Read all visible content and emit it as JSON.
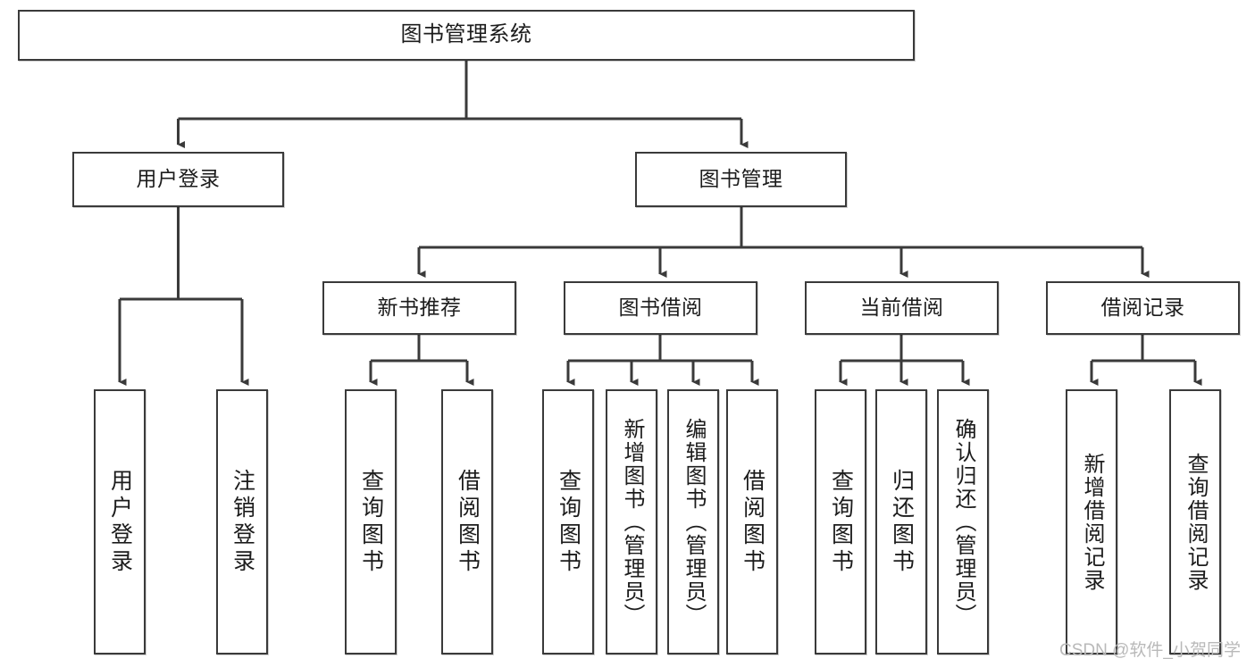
{
  "diagram": {
    "type": "tree-hierarchy-chart",
    "title": "图书管理系统",
    "watermark": "CSDN @软件_小贺同学",
    "colors": {
      "box_border": "#3a3a3a",
      "box_fill": "#ffffff",
      "connector": "#3a3a3a",
      "text": "#1c1c1c",
      "watermark": "#b9b9b9"
    },
    "levels": {
      "root": {
        "label": "图书管理系统"
      },
      "level2": [
        {
          "id": "user-login",
          "label": "用户登录"
        },
        {
          "id": "book-management",
          "label": "图书管理"
        }
      ],
      "level3": [
        {
          "id": "new-book-recommend",
          "label": "新书推荐"
        },
        {
          "id": "book-borrow",
          "label": "图书借阅"
        },
        {
          "id": "current-borrow",
          "label": "当前借阅"
        },
        {
          "id": "borrow-record",
          "label": "借阅记录"
        }
      ],
      "leaves": {
        "user_login": [
          {
            "id": "leaf-user-login",
            "label": "用户登录"
          },
          {
            "id": "leaf-logout-login",
            "label": "注销登录"
          }
        ],
        "new_book_recommend": [
          {
            "id": "leaf-query-book-1",
            "label": "查询图书"
          },
          {
            "id": "leaf-borrow-book-1",
            "label": "借阅图书"
          }
        ],
        "book_borrow": [
          {
            "id": "leaf-query-book-2",
            "label": "查询图书"
          },
          {
            "id": "leaf-add-book-admin",
            "label": "新增图书（管理员）"
          },
          {
            "id": "leaf-edit-book-admin",
            "label": "编辑图书（管理员）"
          },
          {
            "id": "leaf-borrow-book-2",
            "label": "借阅图书"
          }
        ],
        "current_borrow": [
          {
            "id": "leaf-query-book-3",
            "label": "查询图书"
          },
          {
            "id": "leaf-return-book",
            "label": "归还图书"
          },
          {
            "id": "leaf-confirm-return-admin",
            "label": "确认归还（管理员）"
          }
        ],
        "borrow_record": [
          {
            "id": "leaf-add-borrow-record",
            "label": "新增借阅记录"
          },
          {
            "id": "leaf-query-borrow-record",
            "label": "查询借阅记录"
          }
        ]
      }
    }
  }
}
